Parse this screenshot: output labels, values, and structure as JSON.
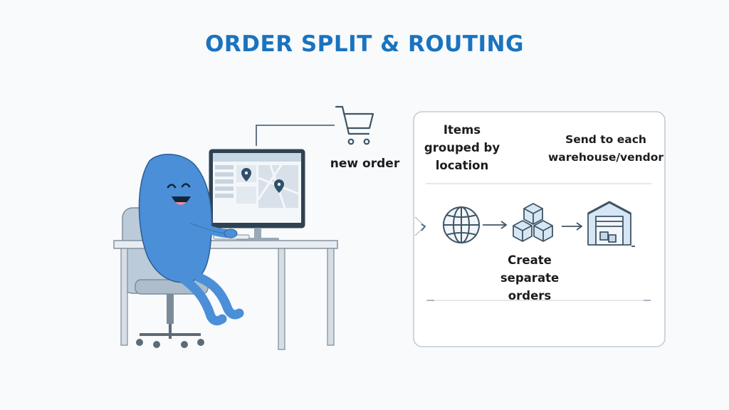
{
  "title": "ORDER SPLIT & ROUTING",
  "labels": {
    "new_order": "new order",
    "items_grouped": "Items\ngrouped by\nlocation",
    "send_to_each": "Send to each\nwarehouse/vendor",
    "create_separate": "Create\nseparate\norders"
  },
  "icons": [
    "shopping-cart-icon",
    "globe-icon",
    "boxes-icon",
    "warehouse-icon",
    "map-pin-icon"
  ],
  "colors": {
    "title": "#1a73bf",
    "character": "#4a8fd8",
    "line": "#3f5566",
    "panel_border": "#c5ccd3"
  }
}
